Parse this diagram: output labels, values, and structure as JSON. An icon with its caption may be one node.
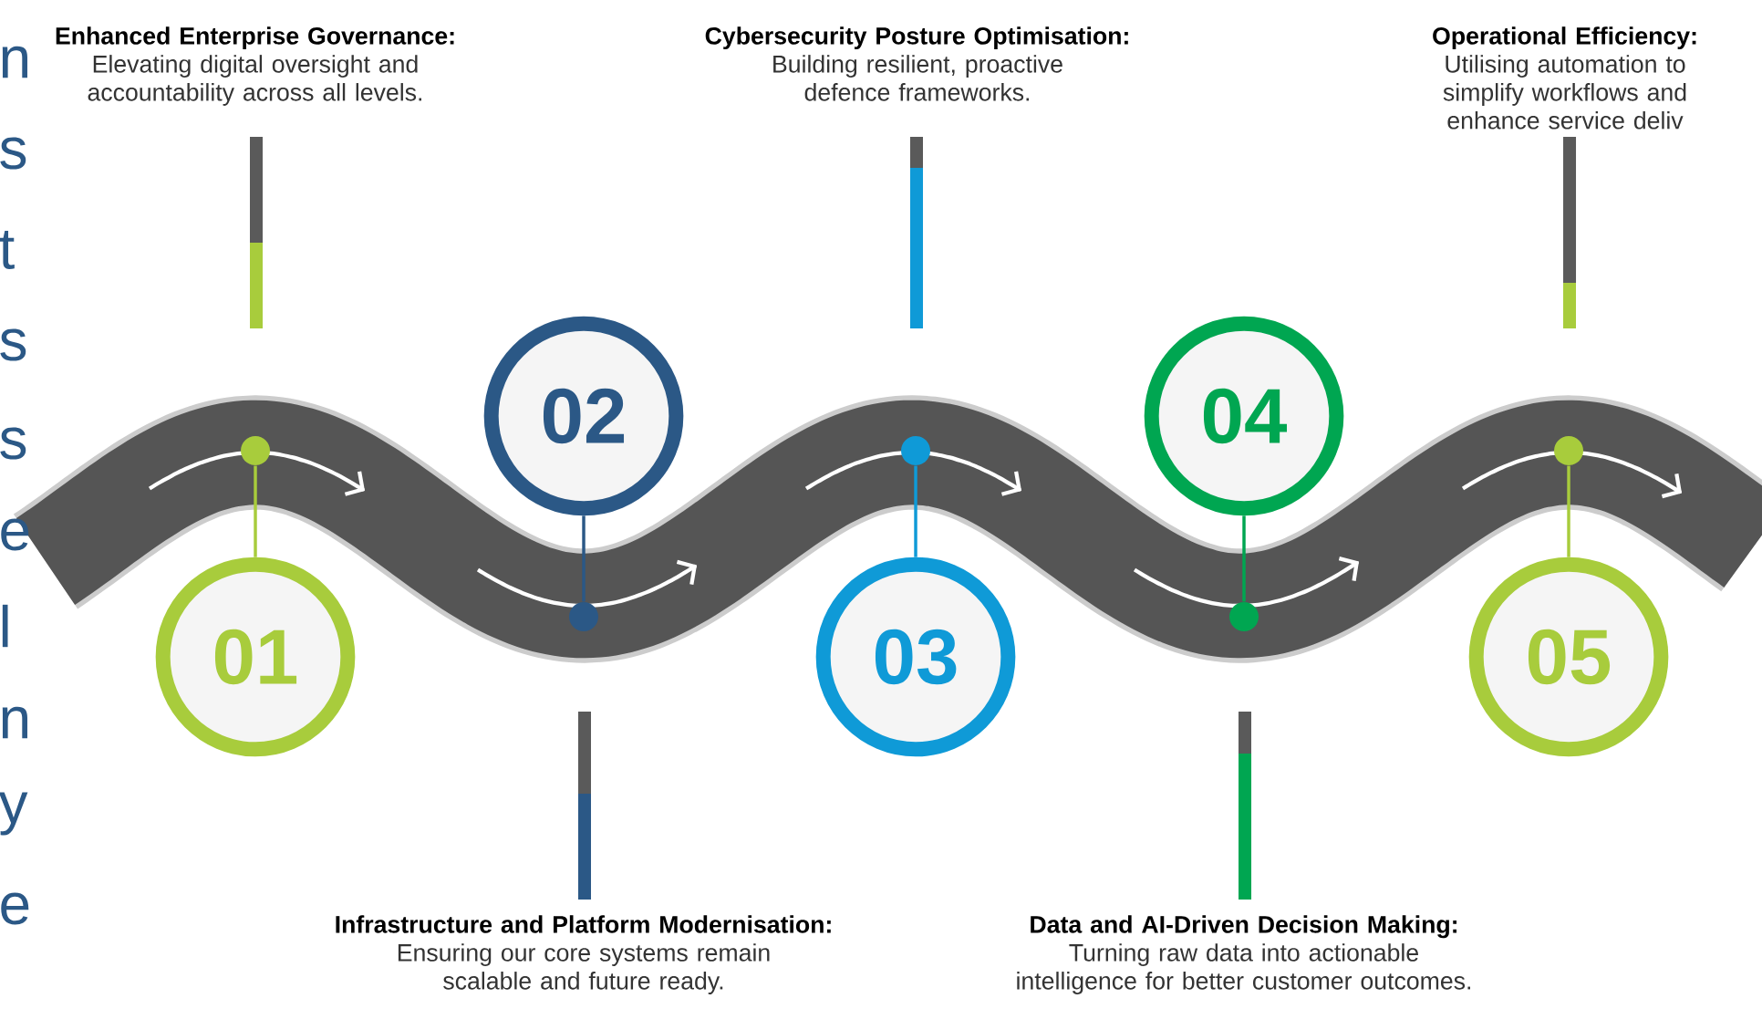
{
  "diagram": {
    "nodes": [
      {
        "text": [
          "Enhanced Enterprise Governance:",
          "Elevating digital oversight and accountability across all levels."
        ]
      },
      {
        "text": [
          "01"
        ]
      },
      {
        "text": [],
        "shape": "circle"
      },
      {
        "text": [
          "Infrastructure and Platform Modernisation:",
          "Ensuring our core systems remain scalable and future ready."
        ]
      },
      {
        "text": [
          "02"
        ]
      },
      {
        "text": [],
        "shape": "circle"
      },
      {
        "text": [
          "Cybersecurity Posture Optimisation:",
          "Building resilient, proactive defence frameworks."
        ]
      },
      {
        "text": [
          "03"
        ]
      },
      {
        "text": [],
        "shape": "circle"
      },
      {
        "text": [
          "Data and AI-Driven Decision Making:",
          "Turning raw data into actionable intelligence for better customer outcomes."
        ]
      },
      {
        "text": [
          "04"
        ]
      },
      {
        "text": [],
        "shape": "circle"
      },
      {
        "text": [
          "Operational Efficiency:",
          "Utilising automation to simplify workflows and enhance service deliv"
        ]
      },
      {
        "text": [
          "05"
        ]
      },
      {
        "text": [],
        "shape": "circle"
      }
    ],
    "edges": [
      {
        "from": 2,
        "to": 1,
        "arrow": "none",
        "color": "#a8cc3c"
      },
      {
        "from": 5,
        "to": 4,
        "arrow": "none",
        "color": "#2b5886"
      },
      {
        "from": 8,
        "to": 7,
        "arrow": "none",
        "color": "#0f9ad7"
      },
      {
        "from": 11,
        "to": 10,
        "arrow": "none",
        "color": "#00a651"
      },
      {
        "from": 14,
        "to": 13,
        "arrow": "none",
        "color": "#a8cc3c"
      }
    ],
    "labels": [
      "n",
      "s",
      "t",
      "s",
      "s",
      "e",
      "l",
      "n",
      "y",
      "e"
    ]
  }
}
